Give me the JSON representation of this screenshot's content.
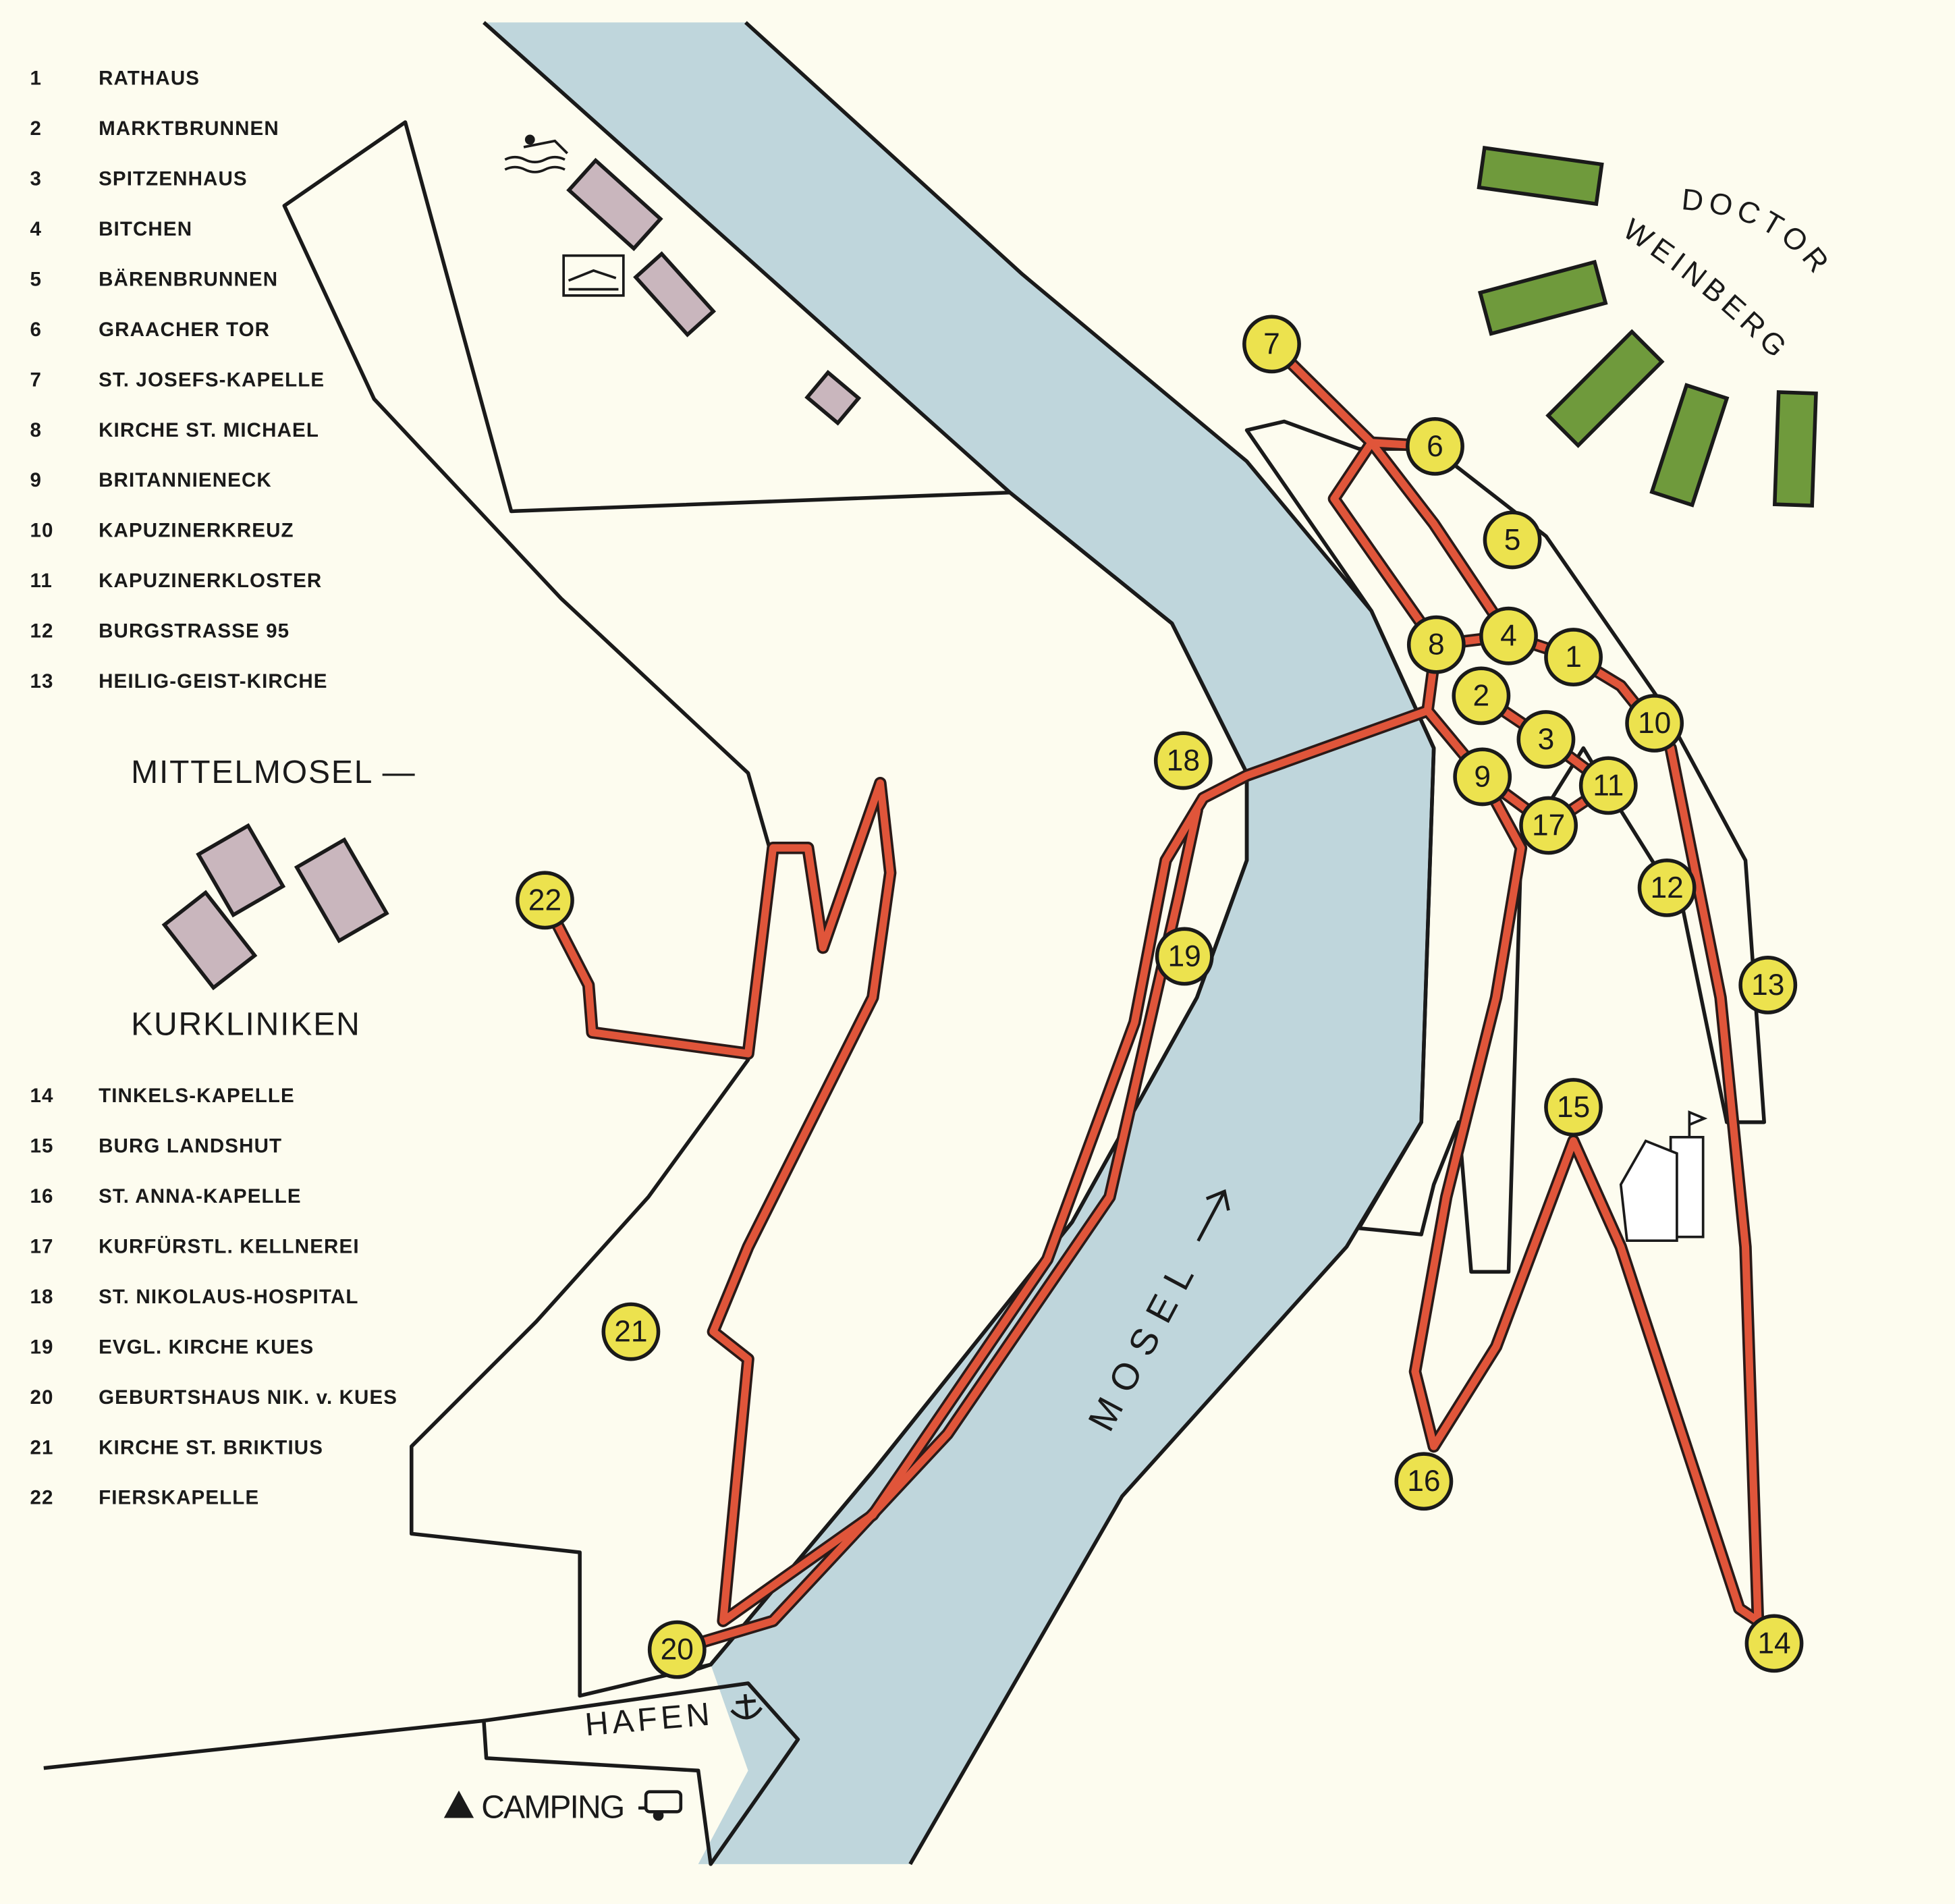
{
  "legend_top": [
    {
      "num": "1",
      "label": "RATHAUS"
    },
    {
      "num": "2",
      "label": "MARKTBRUNNEN"
    },
    {
      "num": "3",
      "label": "SPITZENHAUS"
    },
    {
      "num": "4",
      "label": "BITCHEN"
    },
    {
      "num": "5",
      "label": "BÄRENBRUNNEN"
    },
    {
      "num": "6",
      "label": "GRAACHER  TOR"
    },
    {
      "num": "7",
      "label": "ST. JOSEFS-KAPELLE"
    },
    {
      "num": "8",
      "label": "KIRCHE  ST. MICHAEL"
    },
    {
      "num": "9",
      "label": "BRITANNIENECK"
    },
    {
      "num": "10",
      "label": "KAPUZINERKREUZ"
    },
    {
      "num": "11",
      "label": "KAPUZINERKLOSTER"
    },
    {
      "num": "12",
      "label": "BURGSTRASSE  95"
    },
    {
      "num": "13",
      "label": "HEILIG-GEIST-KIRCHE"
    }
  ],
  "legend_bottom": [
    {
      "num": "14",
      "label": "TINKELS-KAPELLE"
    },
    {
      "num": "15",
      "label": "BURG  LANDSHUT"
    },
    {
      "num": "16",
      "label": "ST. ANNA-KAPELLE"
    },
    {
      "num": "17",
      "label": "KURFÜRSTL.  KELLNEREI"
    },
    {
      "num": "18",
      "label": "ST. NIKOLAUS-HOSPITAL"
    },
    {
      "num": "19",
      "label": "EVGL.  KIRCHE  KUES"
    },
    {
      "num": "20",
      "label": "GEBURTSHAUS  NIK. v. KUES"
    },
    {
      "num": "21",
      "label": "KIRCHE  ST. BRIKTIUS"
    },
    {
      "num": "22",
      "label": "FIERSKAPELLE"
    }
  ],
  "labels": {
    "mittelmosel": "MITTELMOSEL —",
    "kurkliniken": "KURKLINIKEN",
    "doctor": "DOCTOR",
    "weinberg": "WEINBERG",
    "mosel": "MOSEL",
    "hafen": "HAFEN",
    "camping": "CAMPING"
  },
  "markers": [
    "1",
    "2",
    "3",
    "4",
    "5",
    "6",
    "7",
    "8",
    "9",
    "10",
    "11",
    "12",
    "13",
    "14",
    "15",
    "16",
    "17",
    "18",
    "19",
    "20",
    "21",
    "22"
  ],
  "colors": {
    "river": "#bfd6dc",
    "land": "#cdb8b8",
    "route": "#e0553a",
    "marker": "#ece24e",
    "vineyard": "#6f9a3c",
    "background": "#fdfcef"
  }
}
